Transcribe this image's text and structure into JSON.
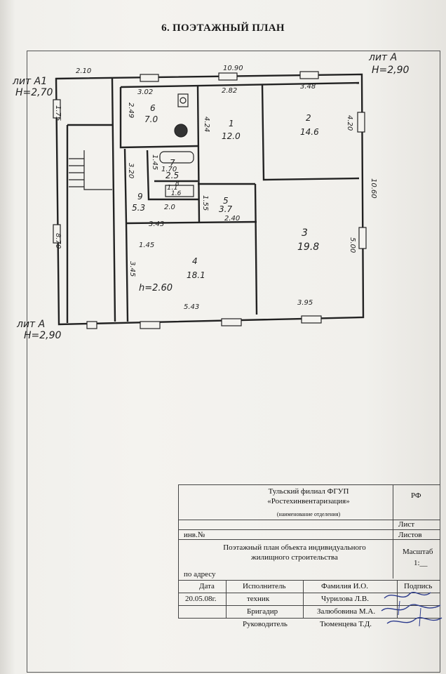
{
  "title": "6.   ПОЭТАЖНЫЙ ПЛАН",
  "plan": {
    "labels_left": {
      "lit_a1": "лит А1",
      "h_a1": "Н=2,70",
      "lit_a": "лит А",
      "h_a": "Н=2,90"
    },
    "labels_right": {
      "lit_a": "лит А",
      "h_a": "Н=2,90"
    },
    "dims": {
      "top_left": "2.10",
      "top_total": "10.90",
      "left_side": "1.75",
      "left_long": "8.70",
      "r6_top": "3.02",
      "r1_top": "2.82",
      "r2_top": "3.48",
      "r6_side": "2.49",
      "r1_side": "4.24",
      "r2_side": "4.20",
      "right_total": "10.60",
      "r3_side": "5.00",
      "r7_w": "1.70",
      "r7_side": "1.45",
      "r9_side": "3.20",
      "r9_w": "2.0",
      "r5_side": "1.55",
      "r5_w": "2.40",
      "r4_top": "3.43",
      "r4_side_a": "1.45",
      "r4_side_b": "3.45",
      "r4_bottom": "5.43",
      "r3_bottom": "3.95",
      "r8_small": "1.1"
    },
    "rooms": [
      {
        "num": "6",
        "area": "7.0"
      },
      {
        "num": "1",
        "area": "12.0"
      },
      {
        "num": "2",
        "area": "14.6"
      },
      {
        "num": "7",
        "area": "2.5"
      },
      {
        "num": "8",
        "area": "1.6"
      },
      {
        "num": "9",
        "area": "5.3"
      },
      {
        "num": "5",
        "area": "3.7"
      },
      {
        "num": "3",
        "area": "19.8"
      },
      {
        "num": "4",
        "area": "18.1"
      }
    ],
    "room4_height": "h=2.60"
  },
  "titleblock": {
    "org_line1": "Тульский филиал ФГУП",
    "org_line2": "«Ростехинвентаризация»",
    "org_caption": "(наименование отделения)",
    "rf": "РФ",
    "inv": "инв.№",
    "list": "Лист",
    "listov": "Листов",
    "plan_line1": "Поэтажный план объекта индивидуального",
    "plan_line2": "жилищного строительства",
    "masshtab": "Масштаб",
    "scale": "1:__",
    "po_adresu": "по адресу",
    "data_h": "Дата",
    "data_v": "20.05.08г.",
    "ispolnitel": "Исполнитель",
    "familiya": "Фамилия И.О.",
    "podpis": "Подпись",
    "role1": "техник",
    "name1": "Чурилова Л.В.",
    "role2": "Бригадир",
    "name2": "Залюбовина М.А.",
    "role3": "Руководитель",
    "name3": "Тюменцева Т.Д."
  }
}
